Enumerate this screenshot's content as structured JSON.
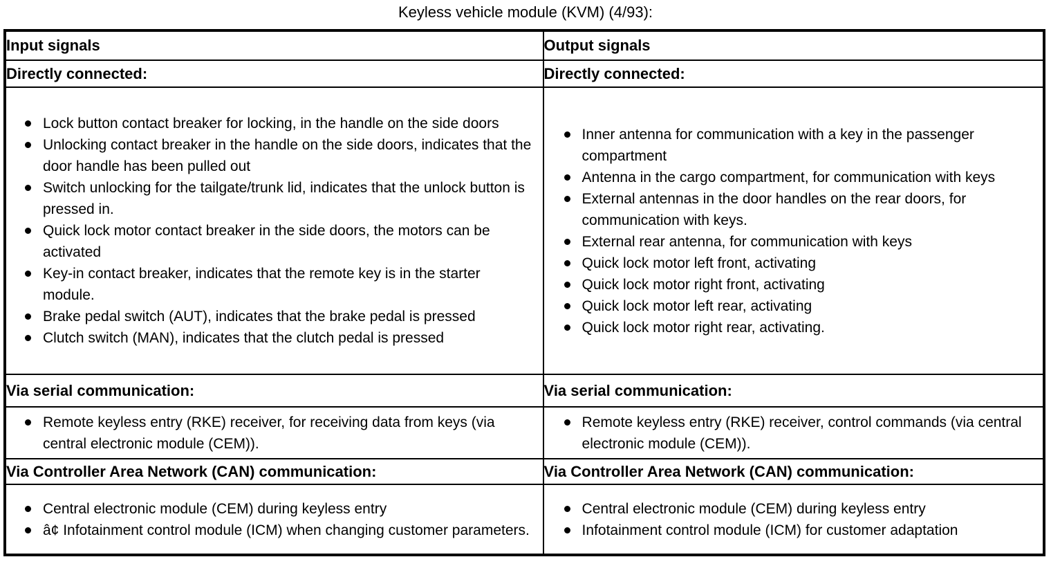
{
  "title": "Keyless vehicle module (KVM) (4/93):",
  "colors": {
    "background": "#ffffff",
    "text": "#000000",
    "border": "#000000"
  },
  "table": {
    "columns": [
      {
        "header": "Input signals",
        "sections": [
          {
            "heading": "Directly connected:",
            "items": [
              "Lock button contact breaker for locking, in the handle on the side doors",
              "Unlocking contact breaker in the handle on the side doors, indicates that the door handle has been pulled out",
              "Switch unlocking for the tailgate/trunk lid, indicates that the unlock button is pressed in.",
              "Quick lock motor contact breaker in the side doors, the motors can be activated",
              "Key-in contact breaker, indicates that the remote key is in the starter module.",
              "Brake pedal switch (AUT), indicates that the brake pedal is pressed",
              "Clutch switch (MAN), indicates that the clutch pedal is pressed"
            ]
          },
          {
            "heading": "Via serial communication:",
            "items": [
              "Remote keyless entry (RKE) receiver, for receiving data from keys (via central electronic module (CEM))."
            ]
          },
          {
            "heading": "Via Controller Area Network (CAN) communication:",
            "items": [
              "Central electronic module (CEM) during keyless entry",
              "â¢ Infotainment control module (ICM) when changing customer parameters."
            ]
          }
        ]
      },
      {
        "header": "Output signals",
        "sections": [
          {
            "heading": "Directly connected:",
            "items": [
              "Inner antenna for communication with a key in the passenger compartment",
              "Antenna in the cargo compartment, for communication with keys",
              "External antennas in the door handles on the rear doors, for communication with keys.",
              "External rear antenna, for communication with keys",
              "Quick lock motor left front, activating",
              "Quick lock motor right front, activating",
              "Quick lock motor left rear, activating",
              "Quick lock motor right rear, activating."
            ]
          },
          {
            "heading": "Via serial communication:",
            "items": [
              "Remote keyless entry (RKE) receiver, control commands (via central electronic module (CEM))."
            ]
          },
          {
            "heading": "Via Controller Area Network (CAN) communication:",
            "items": [
              "Central electronic module (CEM) during keyless entry",
              "Infotainment control module (ICM) for customer adaptation"
            ]
          }
        ]
      }
    ]
  }
}
